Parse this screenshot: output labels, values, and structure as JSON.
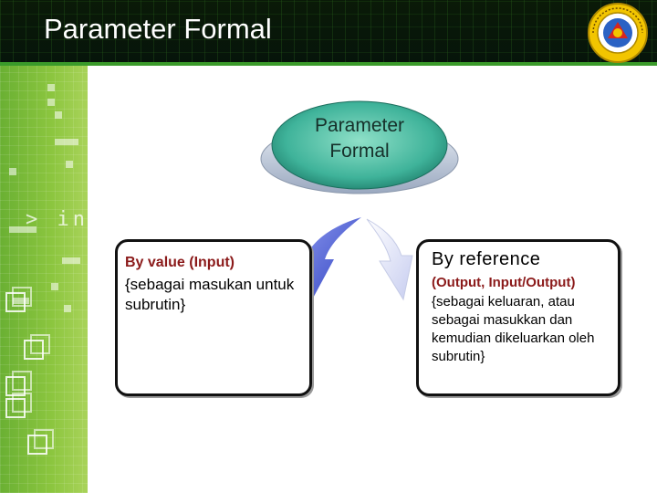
{
  "slide": {
    "title": "Parameter Formal",
    "center_node": {
      "line1": "Parameter",
      "line2": "Formal"
    },
    "left_box": {
      "heading": "By value (Input)",
      "body": "{sebagai masukan untuk subrutin}"
    },
    "right_box": {
      "heading": "By reference",
      "subheading": "(Output, Input/Output)",
      "body": "{sebagai keluaran, atau sebagai masukkan dan kemudian dikeluarkan oleh subrutin}"
    },
    "background_code_text": "> int",
    "logo": {
      "name": "university-seal"
    }
  },
  "colors": {
    "header_bg": "#0a1a08",
    "accent_green": "#8cc63f",
    "node_teal": "#3fb39a",
    "arrow_blue": "#3a4fcf",
    "text_red": "#8b1a1a"
  }
}
